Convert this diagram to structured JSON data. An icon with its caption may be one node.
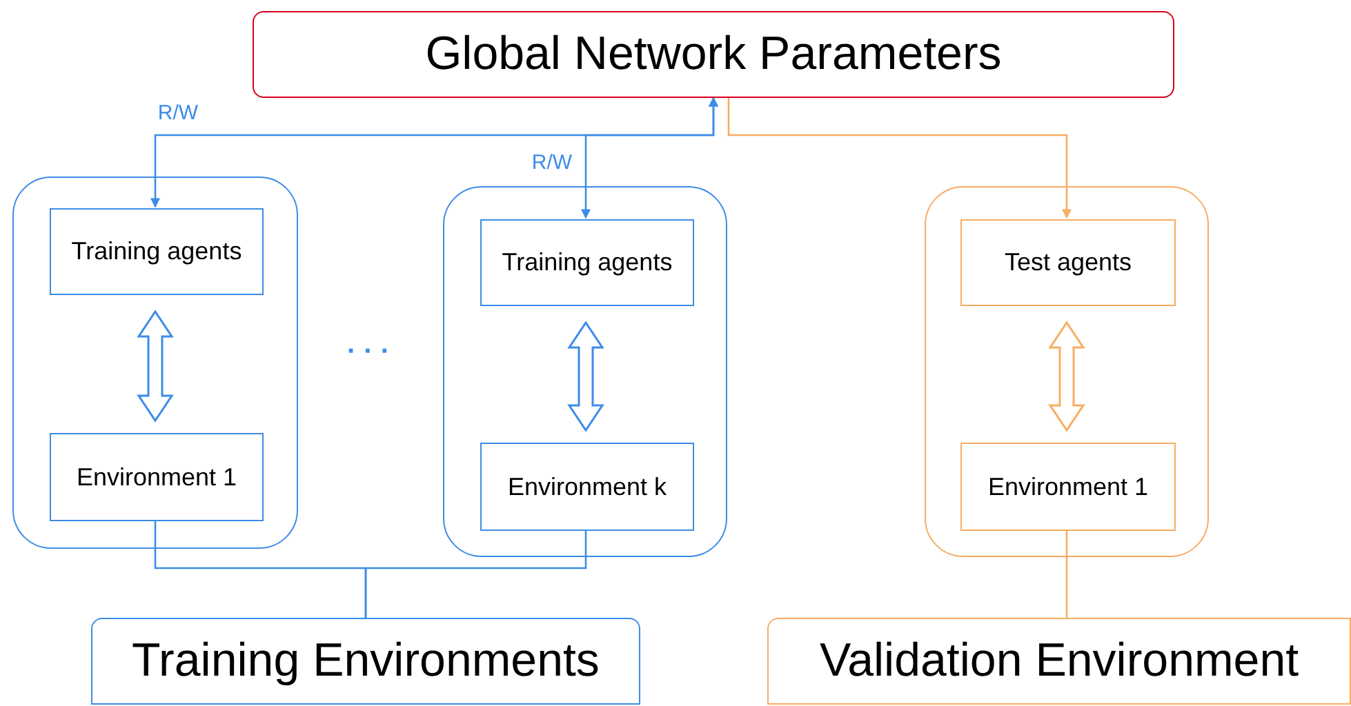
{
  "diagram": {
    "nodes": [
      {
        "text": [
          "Global Network Parameters"
        ]
      },
      {
        "text": [],
        "shape": "box"
      },
      {
        "text": [
          "Training agents"
        ],
        "in": 1
      },
      {
        "text": [
          "Environment 1"
        ],
        "in": 1
      },
      {
        "text": [],
        "shape": "box"
      },
      {
        "text": [
          "Training agents"
        ],
        "in": 4
      },
      {
        "text": [
          "Environment k"
        ],
        "in": 4
      },
      {
        "text": [],
        "shape": "box"
      },
      {
        "text": [
          "Test agents"
        ],
        "in": 7
      },
      {
        "text": [
          "Environment 1"
        ],
        "in": 7
      },
      {
        "text": [
          "Training Environments"
        ]
      },
      {
        "text": [
          "Validation Environment"
        ]
      }
    ],
    "edges": [
      {
        "from": 2,
        "to": 0,
        "arrow": "both",
        "label": "R/W"
      },
      {
        "from": 5,
        "to": 0,
        "arrow": "both",
        "label": "R/W"
      },
      {
        "from": 0,
        "to": 8,
        "arrow": "to",
        "color": "#f7ad63"
      },
      {
        "from": 2,
        "to": 3,
        "arrow": "both",
        "style": "thick"
      },
      {
        "from": 5,
        "to": 6,
        "arrow": "both",
        "style": "thick"
      },
      {
        "from": 8,
        "to": 9,
        "arrow": "both",
        "style": "thick",
        "color": "#f7ad63"
      },
      {
        "from": 3,
        "to": 10,
        "arrow": "none"
      },
      {
        "from": 6,
        "to": 10,
        "arrow": "none"
      },
      {
        "from": 9,
        "to": 11,
        "arrow": "none",
        "color": "#f7ad63"
      }
    ],
    "labels": [
      "· · ·"
    ]
  }
}
